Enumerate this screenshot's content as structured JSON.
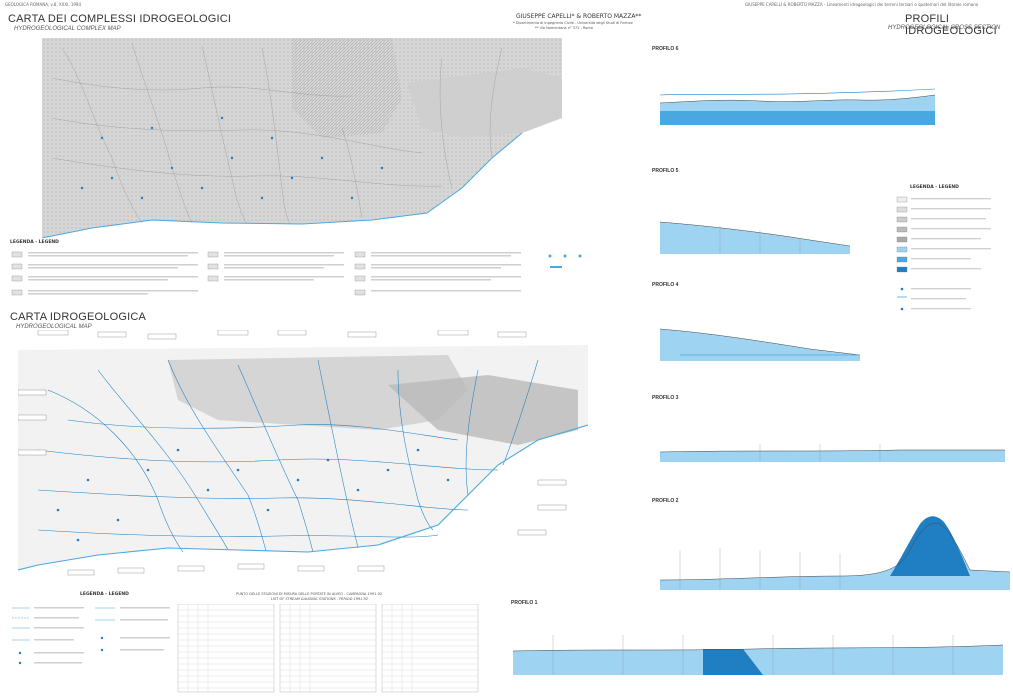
{
  "header": {
    "journal_left": "GEOLOGICA ROMANA, v.8, XXXI, 1994",
    "journal_right": "GIUSEPPE CAPELLI & ROBERTO MAZZA - Lineamenti idrogeologici dei terreni terziari e quaternari del litorale romano"
  },
  "map1": {
    "title": "CARTA DEI COMPLESSI IDROGEOLOGICI",
    "subtitle": "HYDROGEOLOGICAL COMPLEX MAP"
  },
  "authors": {
    "names": "GIUSEPPE CAPELLI* & ROBERTO MAZZA**",
    "affiliation1": "* Dipartimento di Ingegneria Civile - Università degli Studi di Firenze",
    "affiliation2": "** Via Nomentana n° 372 - Roma"
  },
  "profiles_header": {
    "title": "PROFILI IDROGEOLOGICI",
    "subtitle": "HYDROGEOLOGICAL CROSS SECTION"
  },
  "legend1": {
    "title": "LEGENDA - LEGEND"
  },
  "map2": {
    "title": "CARTA IDROGEOLOGICA",
    "subtitle": "HYDROGEOLOGICAL MAP"
  },
  "legend2": {
    "title": "LEGENDA - LEGEND"
  },
  "table": {
    "title": "PUNTO DELLE STAZIONI DI MISURA DELLE PORTATE IN ALVEO - CAMPAGNA 1991-92",
    "subtitle": "LIST OF STREAM GAUGING STATIONS - PERIOD 1991-92"
  },
  "profiles": [
    {
      "label": "PROFILO 6"
    },
    {
      "label": "PROFILO 5"
    },
    {
      "label": "PROFILO 4"
    },
    {
      "label": "PROFILO 3"
    },
    {
      "label": "PROFILO 2"
    },
    {
      "label": "PROFILO 1"
    }
  ],
  "profiles_legend": {
    "title": "LEGENDA - LEGEND"
  },
  "colors": {
    "water": "#4aa8e0",
    "water_deep": "#1f7fc2",
    "water_light": "#9fd3f2",
    "map_gray": "#b9b9b9",
    "line": "#444444"
  }
}
